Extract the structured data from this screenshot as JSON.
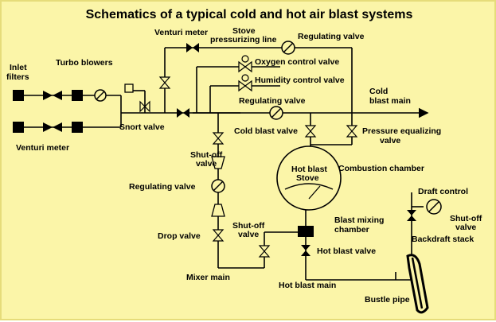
{
  "title": "Schematics of a typical cold and hot air blast systems",
  "colors": {
    "background": "#fbf5a8",
    "ink": "#000000"
  },
  "labels": {
    "inlet_filters": [
      "Inlet",
      "filters"
    ],
    "turbo_blowers": "Turbo blowers",
    "venturi_meter_bottom": "Venturi meter",
    "venturi_meter_top": "Venturi meter",
    "snort_valve": "Snort valve",
    "stove_pressurizing_line": [
      "Stove",
      "pressurizing line"
    ],
    "regulating_valve_top": "Regulating valve",
    "oxygen_control_valve": "Oxygen control valve",
    "humidity_control_valve": "Humidity control valve",
    "cold_blast_main": [
      "Cold",
      "blast main"
    ],
    "regulating_valve_mid": "Regulating valve",
    "cold_blast_valve": "Cold blast valve",
    "pressure_equalizing_valve": [
      "Pressure equalizing",
      "valve"
    ],
    "shutoff_valve_left": [
      "Shut-off",
      "valve"
    ],
    "hot_blast_stove": [
      "Hot blast",
      "Stove"
    ],
    "combustion_chamber": "Combustion chamber",
    "regulating_valve_left": "Regulating valve",
    "draft_control": "Draft control",
    "shutoff_valve_right": [
      "Shut-off",
      "valve"
    ],
    "blast_mixing_chamber": [
      "Blast mixing",
      "chamber"
    ],
    "drop_valve": "Drop valve",
    "shutoff_valve_mid": [
      "Shut-off",
      "valve"
    ],
    "hot_blast_valve": "Hot blast valve",
    "backdraft_stack": "Backdraft stack",
    "mixer_main": "Mixer main",
    "hot_blast_main": "Hot blast main",
    "bustle_pipe": "Bustle pipe"
  }
}
